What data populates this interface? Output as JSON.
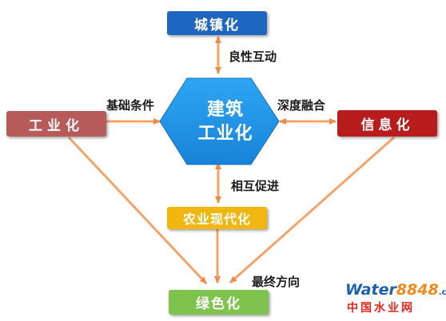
{
  "nodes": {
    "urbanization": "城镇化",
    "industrialization": "工业化",
    "informatization": "信息化",
    "agri_modernization": "农业现代化",
    "greening": "绿色化",
    "center_line1": "建筑",
    "center_line2": "工业化"
  },
  "edges": {
    "benign_interaction": "良性互动",
    "foundation": "基础条件",
    "deep_integration": "深度融合",
    "mutual_promotion": "相互促进",
    "ultimate_direction": "最终方向"
  },
  "watermark": {
    "brand_water": "Water",
    "brand_num": "8848",
    "brand_com": ".com",
    "subtitle": "中国水业网"
  },
  "colors": {
    "urbanization": "#1f66c1",
    "industrialization": "#b75a5a",
    "informatization": "#b81c1c",
    "agri_modernization": "#f2b70f",
    "greening": "#7fc34f",
    "hexagon": "#1f96e8",
    "arrow": "#f4a46a"
  }
}
